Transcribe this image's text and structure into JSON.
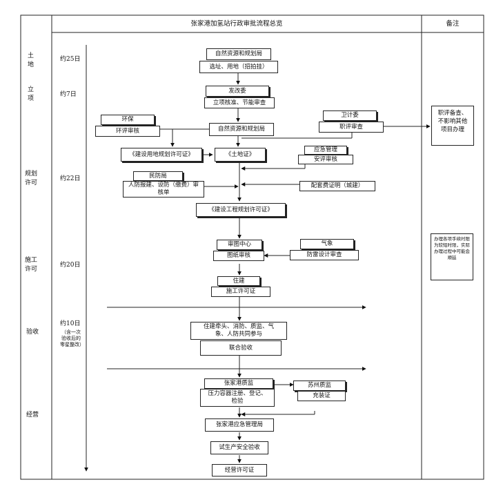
{
  "table": {
    "title": "张家港加氢站行政审批流程总览",
    "remarks_header": "备注"
  },
  "stages": [
    {
      "id": "land",
      "label": "土地"
    },
    {
      "id": "project",
      "label": "立项"
    },
    {
      "id": "planning",
      "label": "规划许可"
    },
    {
      "id": "construction",
      "label": "施工许可"
    },
    {
      "id": "acceptance",
      "label": "验收"
    },
    {
      "id": "operation",
      "label": "经营"
    }
  ],
  "durations": {
    "land": "约25日",
    "project": "约7日",
    "planning": "约22日",
    "construction": "约20日",
    "acceptance": "约10日",
    "acceptance_note": "（含一次验收后的零星整改）"
  },
  "nodes": {
    "n1_dept": "自然资源和规划局",
    "n1_task": "选址、用地（招拍挂）",
    "n2_dept": "发改委",
    "n2_task": "立项核准、节能审查",
    "env_dept": "环保",
    "env_task": "环评审核",
    "health_dept": "卫计委",
    "health_task": "职评审查",
    "n3": "自然资源和规划局",
    "landuse_permit": "《建设用地规划许可证》",
    "land_cert": "《土地证》",
    "safety_dept": "应急管理",
    "safety_task": "安评审核",
    "civil_dept": "民防局",
    "civil_task": "人防报建、设防（缴费）审核单",
    "fee_cert": "配套费证明（城建）",
    "planning_permit": "《建设工程规划许可证》",
    "review_dept": "审图中心",
    "review_task": "图纸审核",
    "met_dept": "气象",
    "met_task": "防雷设计审查",
    "housing_dept": "住建",
    "housing_task": "施工许可证",
    "joint_lead": "住建牵头、消防、质监、气象、人防共同参与",
    "joint_task": "联合验收",
    "zq_dept": "张家港质监",
    "zq_task": "压力容器注册、登记、检验",
    "sz_dept": "苏州质监",
    "sz_task": "充装证",
    "emergency": "张家港应急管理局",
    "trial": "试生产安全验收",
    "license": "经营许可证"
  },
  "remarks": {
    "r1": "职评备查、不影响其他项目办理",
    "r2": "办理各项手续时限为较短时限，实际办理过程中可能会顺延"
  }
}
